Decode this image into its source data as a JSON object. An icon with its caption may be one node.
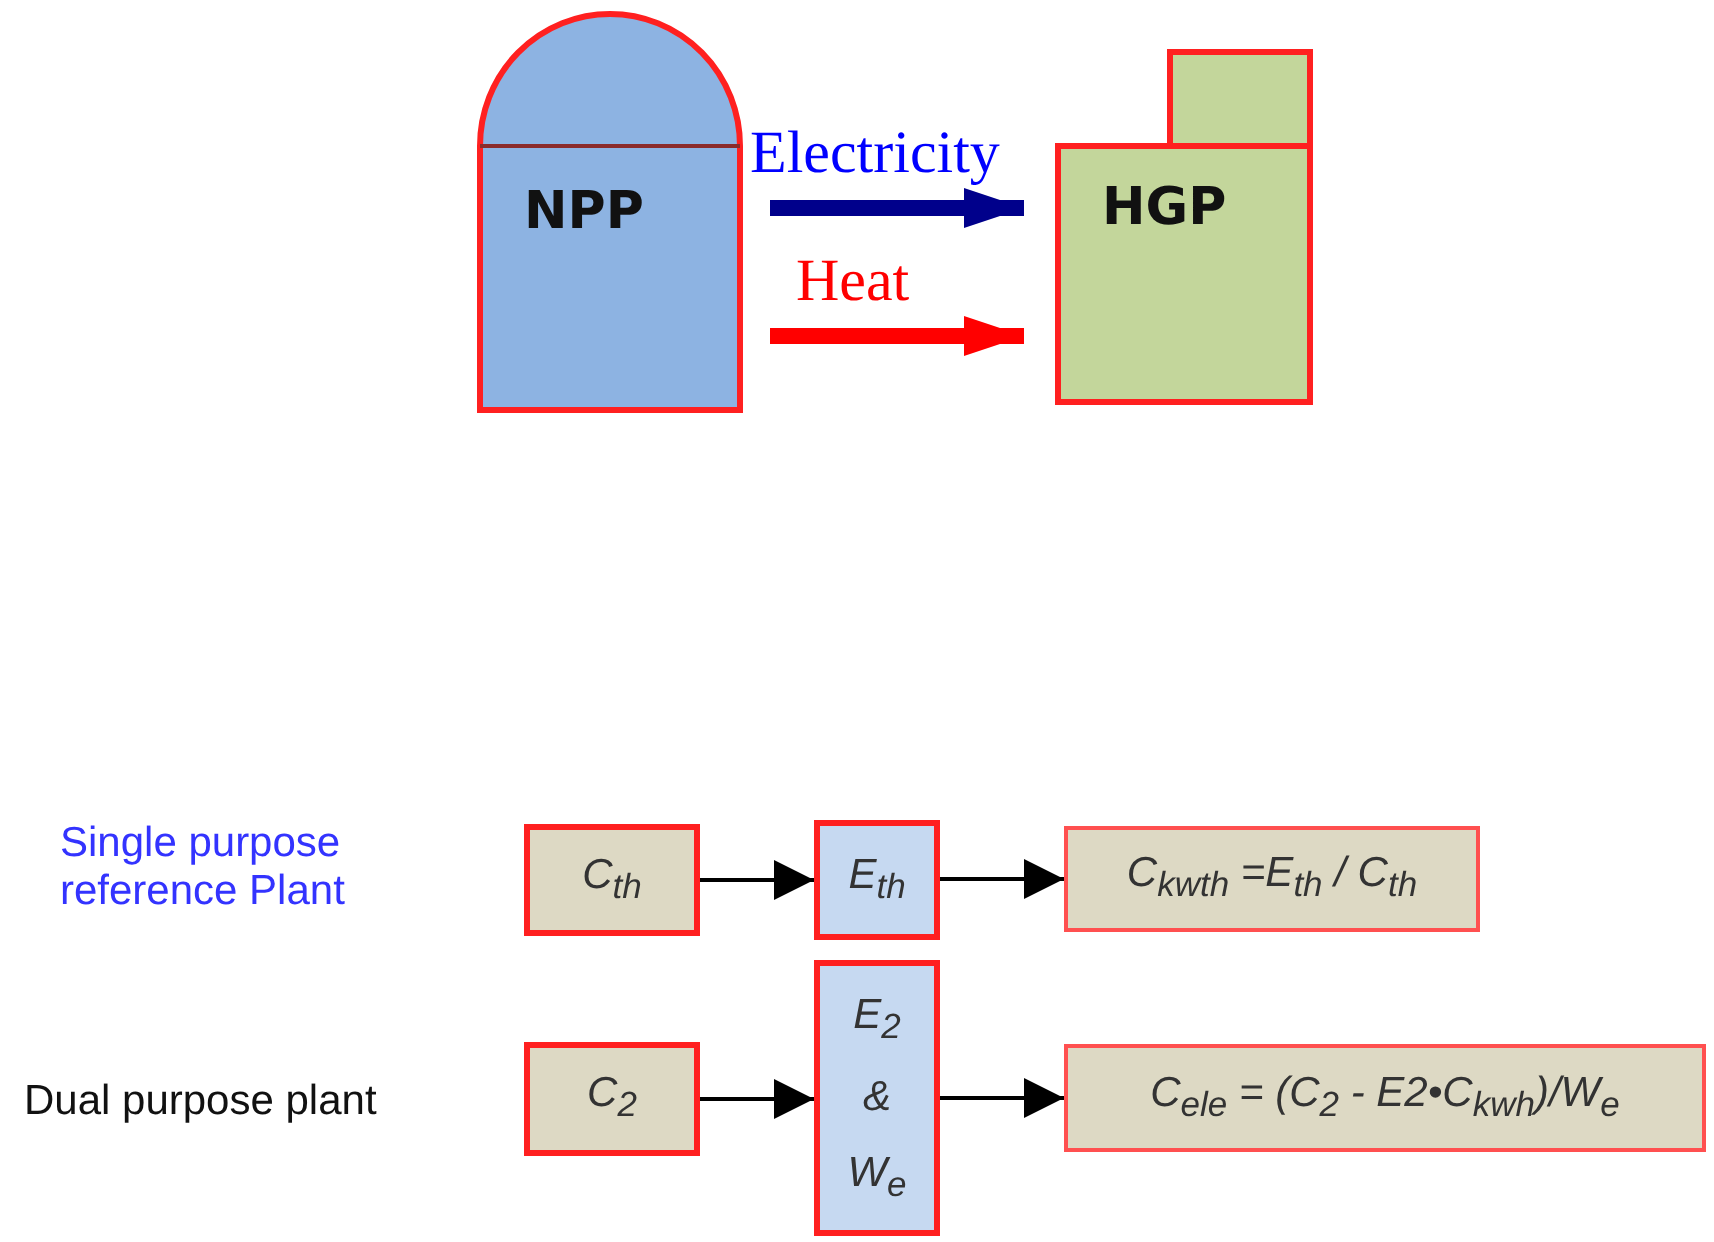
{
  "diagram": {
    "nodes": [
      {
        "text": [
          "NPP"
        ]
      },
      {
        "text": [
          "HGP"
        ]
      },
      {
        "text": [
          "C$_{th}$"
        ]
      },
      {
        "text": [
          "E$_{th}$"
        ]
      },
      {
        "text": [
          "C$_{kwth}$ =E$_{th}$ / C$_{th}$"
        ]
      },
      {
        "text": [
          "C$_{2}$"
        ]
      },
      {
        "text": [
          "E$_{2}$ & W$_{e}$"
        ]
      },
      {
        "text": [
          "C$_{ele}$ = (C$_{2}$ - E2•C$_{kwh}$)/W$_{e}$"
        ]
      }
    ],
    "edges": [
      {
        "from": 0,
        "to": 1,
        "arrow": "to",
        "label": "Electricity",
        "style": "thick",
        "color": "#00008b"
      },
      {
        "from": 0,
        "to": 1,
        "arrow": "to",
        "label": "Heat",
        "style": "thick",
        "color": "#ff0000"
      },
      {
        "from": 2,
        "to": 3,
        "arrow": "to"
      },
      {
        "from": 3,
        "to": 4,
        "arrow": "to"
      },
      {
        "from": 5,
        "to": 6,
        "arrow": "to"
      },
      {
        "from": 6,
        "to": 7,
        "arrow": "to"
      }
    ],
    "labels": [
      "Single purpose reference Plant",
      "Dual purpose plant"
    ]
  }
}
